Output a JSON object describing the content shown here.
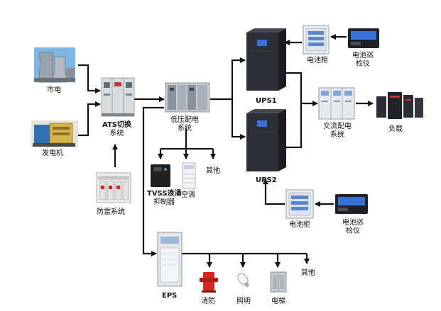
{
  "labels": {
    "grid": "市电",
    "generator": "发电机",
    "lightning": "防雷系统",
    "ats": [
      "ATS切换",
      "系统"
    ],
    "lv": [
      "低压配电",
      "系统"
    ],
    "tvss": [
      "TVSS浪涌",
      "抑制器"
    ],
    "ac": "空调",
    "other1": "其他",
    "ups1": "UPS1",
    "ups2": "UPS2",
    "battery1": "电池柜",
    "inspector1": [
      "电池巡",
      "检仪"
    ],
    "battery2": "电池柜",
    "inspector2": [
      "电池巡",
      "检仪"
    ],
    "acdist": [
      "交流配电",
      "系统"
    ],
    "load": "负载",
    "eps": "EPS",
    "fire": "消防",
    "lighting": "照明",
    "elevator": "电梯",
    "other2": "其他"
  },
  "colors": {
    "line": "#111111",
    "cabinet_gray": "#d9dde2",
    "ups_dark": "#2b2f36",
    "tower_gray": "#9aa3ad",
    "sky": "#7db6e3",
    "screen_blue": "#3a6fd8",
    "fire_red": "#d8231f"
  }
}
